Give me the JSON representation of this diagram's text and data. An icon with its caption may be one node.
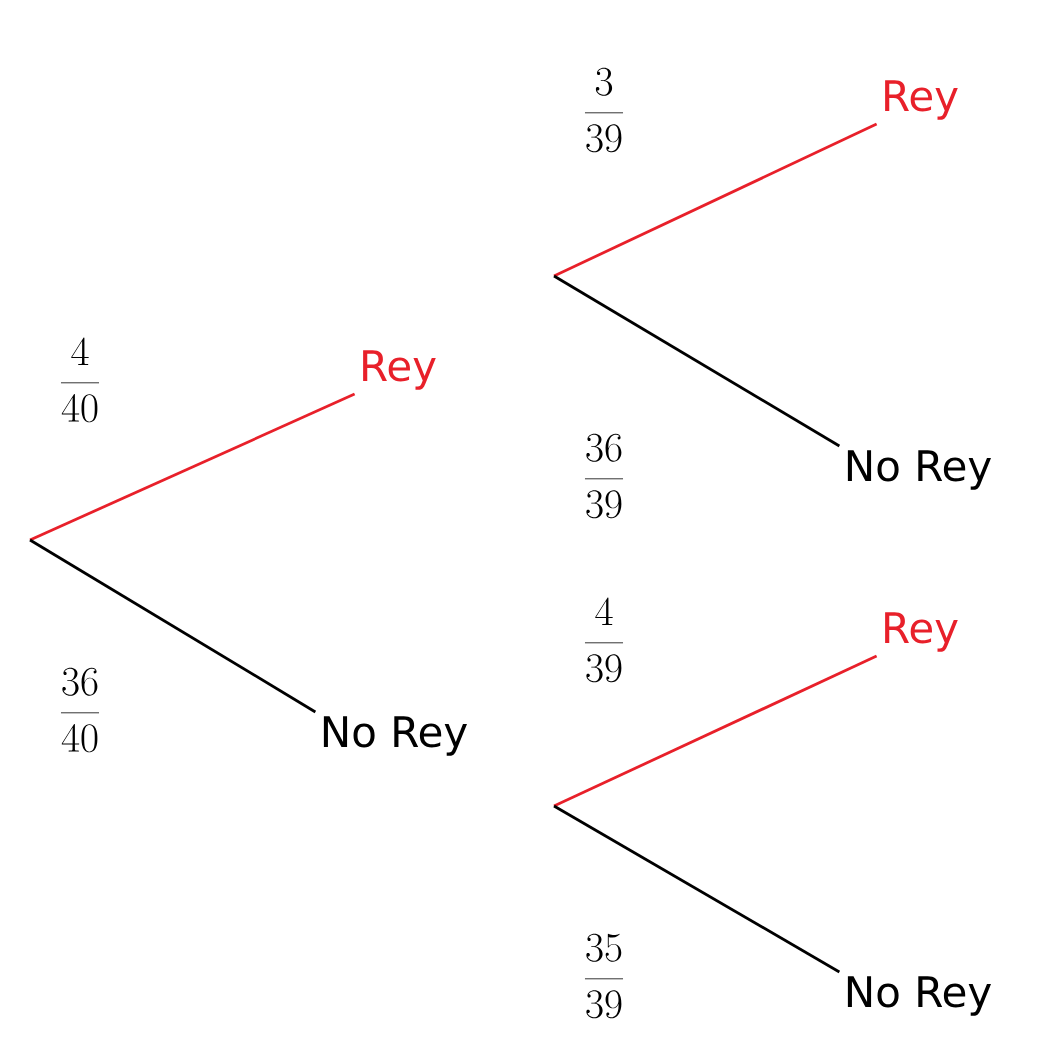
{
  "diagram": {
    "nodes": [
      {
        "text": [
          "Rey"
        ]
      },
      {
        "text": [
          "No Rey"
        ]
      },
      {
        "text": [
          "Rey"
        ]
      },
      {
        "text": [
          "No Rey"
        ]
      },
      {
        "text": [
          "Rey"
        ]
      },
      {
        "text": [
          "No Rey"
        ]
      }
    ],
    "edges": [
      {
        "from": null,
        "to": 0,
        "arrow": "none",
        "label": "\\frac{4}{40}",
        "color": "#e8202a"
      },
      {
        "from": null,
        "to": 1,
        "arrow": "none",
        "label": "\\frac{36}{40}",
        "color": "#000000"
      },
      {
        "from": null,
        "to": 2,
        "arrow": "none",
        "label": "\\frac{3}{39}",
        "color": "#e8202a"
      },
      {
        "from": null,
        "to": 3,
        "arrow": "none",
        "label": "\\frac{36}{39}",
        "color": "#000000"
      },
      {
        "from": null,
        "to": 4,
        "arrow": "none",
        "label": "\\frac{4}{39}",
        "color": "#e8202a"
      },
      {
        "from": null,
        "to": 5,
        "arrow": "none",
        "label": "\\frac{35}{39}",
        "color": "#000000"
      }
    ]
  }
}
